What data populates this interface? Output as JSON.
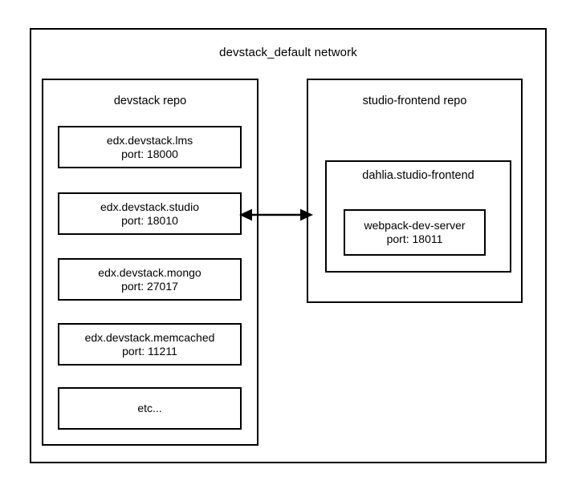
{
  "diagram": {
    "type": "architecture-block-diagram",
    "background_color": "#ffffff",
    "stroke_color": "#000000",
    "network": {
      "title": "devstack_default network"
    },
    "repos": [
      {
        "id": "devstack-repo",
        "title": "devstack repo",
        "services": [
          {
            "name": "edx.devstack.lms",
            "port": "port: 18000"
          },
          {
            "name": "edx.devstack.studio",
            "port": "port: 18010"
          },
          {
            "name": "edx.devstack.mongo",
            "port": "port: 27017"
          },
          {
            "name": "edx.devstack.memcached",
            "port": "port: 11211"
          },
          {
            "name": "etc...",
            "port": ""
          }
        ]
      },
      {
        "id": "studio-frontend-repo",
        "title": "studio-frontend repo",
        "container": {
          "title": "dahlia.studio-frontend",
          "services": [
            {
              "name": "webpack-dev-server",
              "port": "port: 18011"
            }
          ]
        }
      }
    ],
    "connector": {
      "name": "bidirectional-arrow",
      "from": "edx.devstack.studio",
      "to": "dahlia.studio-frontend",
      "arrowheads": "both"
    }
  }
}
